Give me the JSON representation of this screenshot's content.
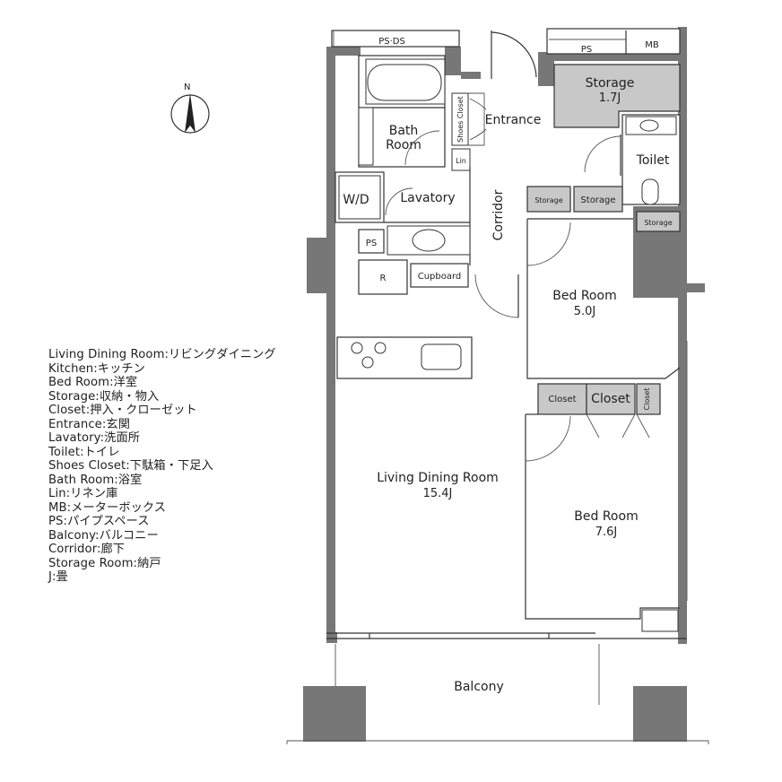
{
  "compass": {
    "label": "N"
  },
  "rooms": {
    "ps_ds": "PS·DS",
    "ps_top": "PS",
    "mb": "MB",
    "storage_main": "Storage",
    "storage_main_size": "1.7J",
    "bath": "Bath",
    "bath2": "Room",
    "shoes_closet": "Shoes Closet",
    "entrance": "Entrance",
    "lin": "Lin",
    "toilet": "Toilet",
    "wd": "W/D",
    "lavatory": "Lavatory",
    "corridor": "Corridor",
    "storage_a": "Storage",
    "storage_b": "Storage",
    "storage_c": "Storage",
    "ps_mid": "PS",
    "r": "R",
    "cupboard": "Cupboard",
    "bed1": "Bed Room",
    "bed1_size": "5.0J",
    "closet_a": "Closet",
    "closet_b": "Closet",
    "closet_c": "Closet",
    "ldr": "Living Dining Room",
    "ldr_size": "15.4J",
    "bed2": "Bed Room",
    "bed2_size": "7.6J",
    "balcony": "Balcony"
  },
  "legend": [
    "Living Dining Room:リビングダイニング",
    "Kitchen:キッチン",
    "Bed Room:洋室",
    "Storage:収納・物入",
    "Closet:押入・クローゼット",
    "Entrance:玄関",
    "Lavatory:洗面所",
    "Toilet:トイレ",
    "Shoes Closet:下駄箱・下足入",
    "Bath Room:浴室",
    "Lin:リネン庫",
    "MB:メーターボックス",
    "PS:パイプスペース",
    "Balcony:バルコニー",
    "Corridor:廊下",
    "Storage Room:納戸",
    "J:畳"
  ]
}
